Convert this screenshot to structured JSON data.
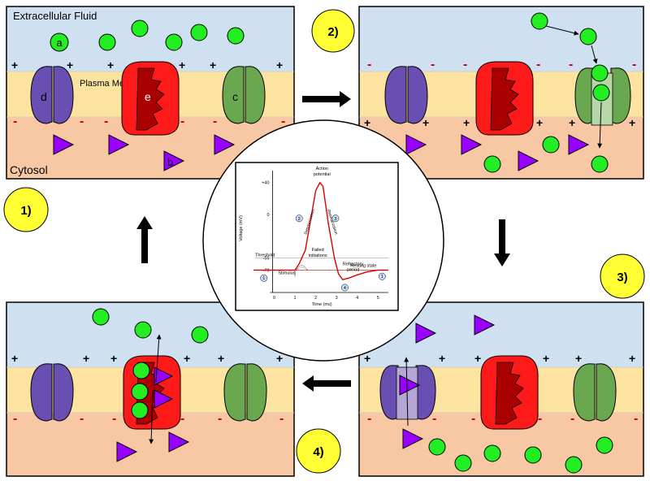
{
  "colors": {
    "extracellular": "#cfe0f1",
    "membrane": "#fce3a0",
    "cytosol": "#f8c8a4",
    "sodium": "#22ee22",
    "potassium": "#9900ff",
    "leak_channel": "#6a4fb2",
    "pump": "#ff1a1a",
    "pump_dark": "#aa0000",
    "na_channel": "#6aa84f",
    "na_channel_open": "#b6d7a8",
    "k_channel_open": "#b4a7d6",
    "plus_sign": "#000000",
    "minus_sign": "#cc0000",
    "step_badge": "#ffff33",
    "curve": "#dd0000"
  },
  "panel1": {
    "region_top": "Extracellular Fluid",
    "membrane_label": "Plasma Membrane",
    "region_bottom": "Cytosol",
    "label_sodium": "a",
    "label_potassium": "b",
    "label_na_channel": "c",
    "label_k_channel": "d",
    "label_pump": "e"
  },
  "badges": {
    "step1": "1)",
    "step2": "2)",
    "step3": "3)",
    "step4": "4)"
  },
  "signs": {
    "plus": "+",
    "minus": "-"
  },
  "chart_data": {
    "type": "line",
    "title": "",
    "xlabel": "Time (ms)",
    "ylabel": "Voltage (mV)",
    "xlim": [
      -1,
      5.5
    ],
    "ylim": [
      -90,
      55
    ],
    "x_ticks": [
      "0",
      "1",
      "2",
      "3",
      "4",
      "5"
    ],
    "y_ticks": [
      "+40",
      "0",
      "-55",
      "-70"
    ],
    "series": [
      {
        "x": [
          -1,
          0,
          1,
          1.2,
          1.5,
          1.8,
          2.0,
          2.2,
          2.35,
          2.6,
          2.9,
          3.1,
          3.3,
          3.6,
          4.0,
          4.5,
          5.0,
          5.5
        ],
        "y": [
          -70,
          -70,
          -70,
          -62,
          -45,
          0,
          30,
          40,
          35,
          -10,
          -55,
          -75,
          -82,
          -80,
          -76,
          -72,
          -70,
          -70
        ]
      }
    ],
    "threshold_label": "Threshold",
    "threshold_value": -55,
    "annotations": {
      "action_potential": "Action potential",
      "depolarization": "Depolarization",
      "repolarization": "Repolarization",
      "failed_initiations": "Failed initiations",
      "stimulus": "Stimulus",
      "refractory_period": "Refractory period",
      "resting_state": "Resting state"
    },
    "phase_markers": [
      "1",
      "2",
      "3",
      "4",
      "1"
    ]
  }
}
